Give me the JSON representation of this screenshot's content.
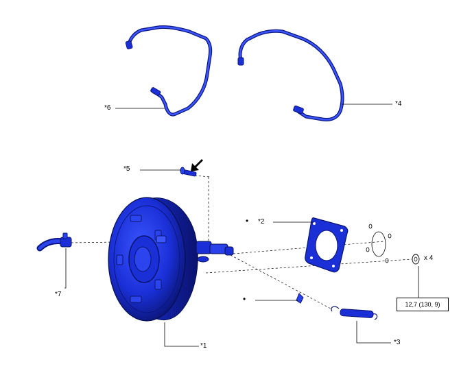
{
  "callouts": {
    "pipe_2": "*6",
    "pipe_1": "*4",
    "pin": "*5",
    "gasket": "*2",
    "hose": "*7",
    "booster": "*1",
    "spring": "*3"
  },
  "nut_quantity": "x 4",
  "torque_spec": "12,7 (130, 9)",
  "bullet_symbol": "•",
  "colors": {
    "part_fill": "#1a2fd6",
    "part_dark": "#0c1680",
    "part_light": "#4f66ff",
    "line": "#000000"
  },
  "icons": {
    "arrow": "arrow-down-left-icon"
  }
}
